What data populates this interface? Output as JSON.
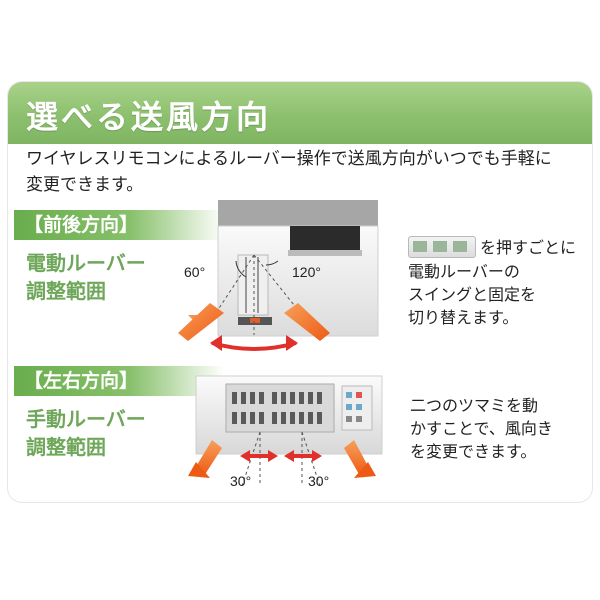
{
  "header": {
    "title": "選べる送風方向"
  },
  "intro": {
    "line1": "ワイヤレスリモコンによるルーバー操作で送風方向がいつでも手軽に",
    "line2": "変更できます。"
  },
  "section_front": {
    "tag": "【前後方向】",
    "sub1": "電動ルーバー",
    "sub2": "調整範囲",
    "angle_left": "60°",
    "angle_right": "120°",
    "desc_line1_suffix": "を押すごとに",
    "desc_line2": "電動ルーバーの",
    "desc_line3": "スイングと固定を",
    "desc_line4": "切り替えます。"
  },
  "section_side": {
    "tag": "【左右方向】",
    "sub1": "手動ルーバー",
    "sub2": "調整範囲",
    "angle_left": "30°",
    "angle_right": "30°",
    "desc_line1": "二つのツマミを動",
    "desc_line2": "かすことで、風向き",
    "desc_line3": "を変更できます。"
  },
  "colors": {
    "accent_green": "#8cc06e",
    "arrow_orange": "#f06d1e",
    "arrow_red": "#e0302a"
  }
}
